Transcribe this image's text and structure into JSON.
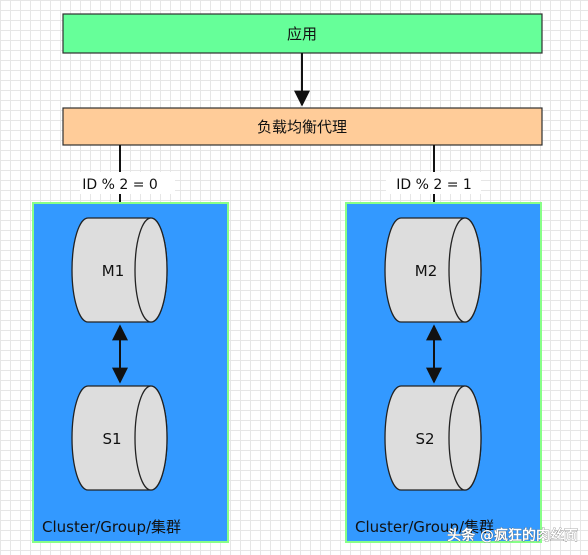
{
  "app_layer": {
    "label": "应用",
    "color": "#66ff99"
  },
  "proxy_layer": {
    "label": "负载均衡代理",
    "color": "#ffcc99"
  },
  "clusters": [
    {
      "condition": "ID % 2 = 0",
      "master": "M1",
      "slave": "S1",
      "caption": "Cluster/Group/集群"
    },
    {
      "condition": "ID % 2 = 1",
      "master": "M2",
      "slave": "S2",
      "caption": "Cluster/Group/集群"
    }
  ],
  "cluster_color": "#3399ff",
  "cluster_border": "#88ff88",
  "cylinder_color": "#dddddd",
  "watermark": "头条 @疯狂的肉丝面"
}
